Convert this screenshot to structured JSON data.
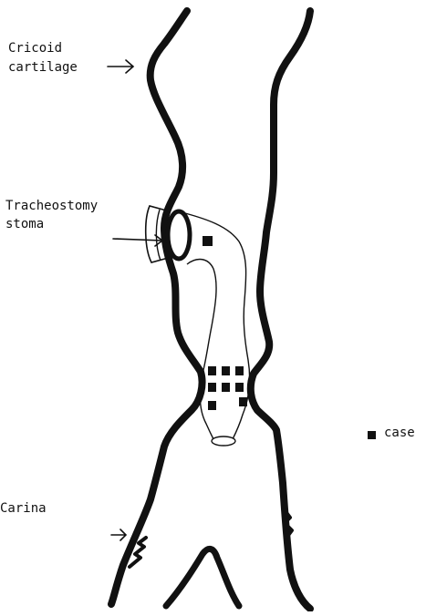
{
  "labels": {
    "cricoid_line1": "Cricoid",
    "cricoid_line2": "cartilage",
    "stoma_line1": "Tracheostomy",
    "stoma_line2": "stoma",
    "carina": "Carina"
  },
  "legend": {
    "marker": "square",
    "text": "case"
  },
  "cases": {
    "count": 9
  },
  "colors": {
    "ink": "#111111",
    "background": "#ffffff"
  }
}
